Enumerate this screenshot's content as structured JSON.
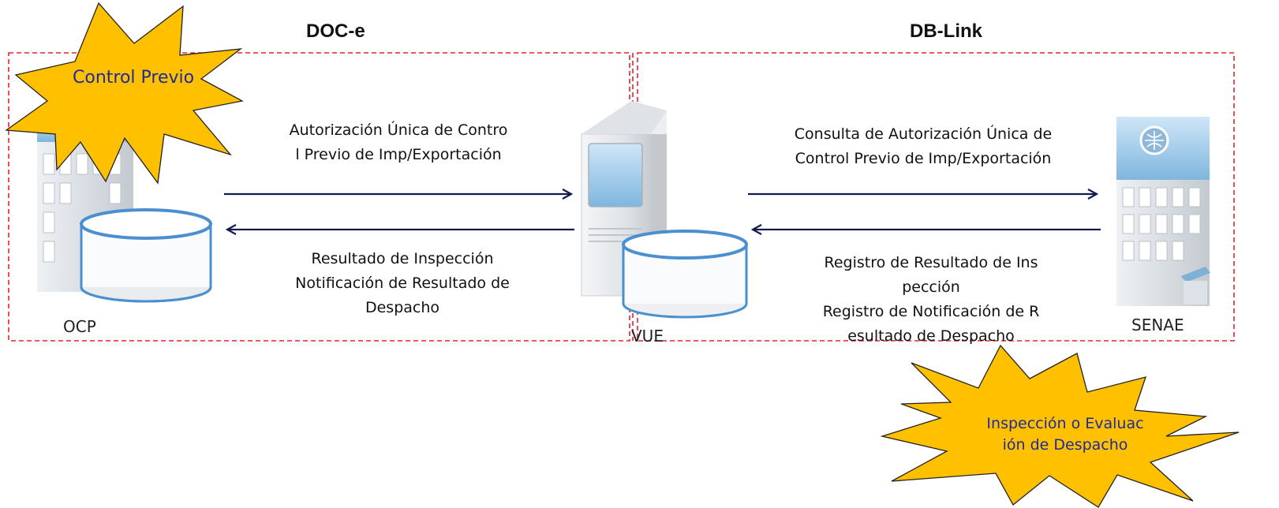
{
  "sections": {
    "left_title": "DOC-e",
    "right_title": "DB-Link"
  },
  "nodes": {
    "ocp": "OCP",
    "vue": "VUE",
    "senae": "SENAE"
  },
  "flows": {
    "ocp_to_vue": [
      "Autorización Única de Contro",
      "l Previo de Imp/Exportación"
    ],
    "vue_to_ocp": [
      "Resultado de Inspección",
      "Notificación de Resultado de",
      "Despacho"
    ],
    "vue_to_senae": [
      "Consulta de Autorización Única de",
      "Control Previo de Imp/Exportación"
    ],
    "senae_to_vue": [
      "Registro de Resultado de Ins",
      "pección",
      "Registro de Notificación de R",
      "esultado de Despacho"
    ]
  },
  "stars": {
    "control_previo": "Control Previo",
    "inspeccion": [
      "Inspección o Evaluac",
      "ión de Despacho"
    ]
  },
  "colors": {
    "dashed_border": "#e8202a",
    "arrow": "#141a4d",
    "star_fill": "#ffc000",
    "star_stroke": "#222222",
    "star_text": "#1e2b9c",
    "db_rim": "#4a8fd0"
  }
}
